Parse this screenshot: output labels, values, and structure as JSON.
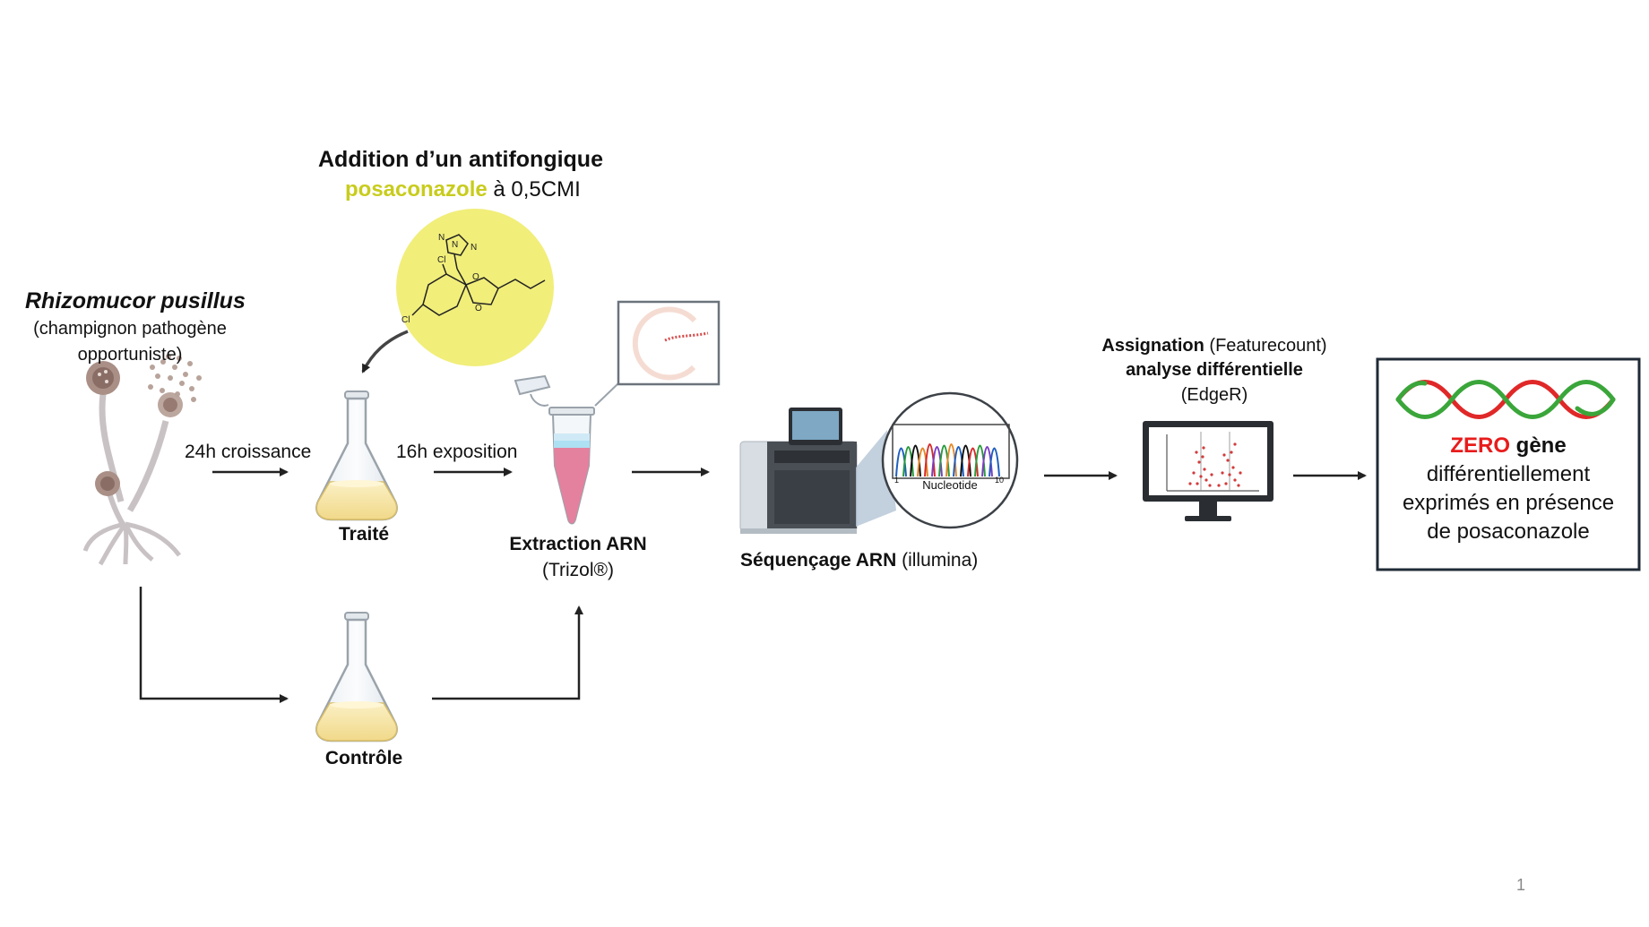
{
  "addition": {
    "title": "Addition d’un antifongique",
    "drug": "posaconazole",
    "dose": " à 0,5CMI"
  },
  "organism": {
    "name": "Rhizomucor pusillus",
    "desc_line1": "(champignon pathogène",
    "desc_line2": "opportuniste)"
  },
  "steps": {
    "growth": "24h croissance",
    "exposure": "16h exposition",
    "treated": "Traité",
    "control": "Contrôle",
    "extraction": "Extraction ARN",
    "extraction_sub": "(Trizol®)",
    "sequencing": "Séquençage ARN",
    "sequencing_sub": " (illumina)",
    "nucleotide": "Nucleotide",
    "axis_start": "1",
    "axis_end": "10",
    "assign_bold": "Assignation",
    "assign_rest": " (Featurecount)",
    "analysis": "analyse différentielle",
    "edger": "(EdgeR)"
  },
  "result": {
    "zero": "ZERO",
    "gene": " gène",
    "line2": "différentiellement",
    "line3": "exprimés en présence",
    "line4": "de posaconazole"
  },
  "page_number": "1",
  "colors": {
    "drug": "#c8cc1c",
    "zero": "#e81c1c",
    "dna_green": "#3aa63a",
    "dna_red": "#e02828",
    "result_border": "#1f2a36"
  }
}
